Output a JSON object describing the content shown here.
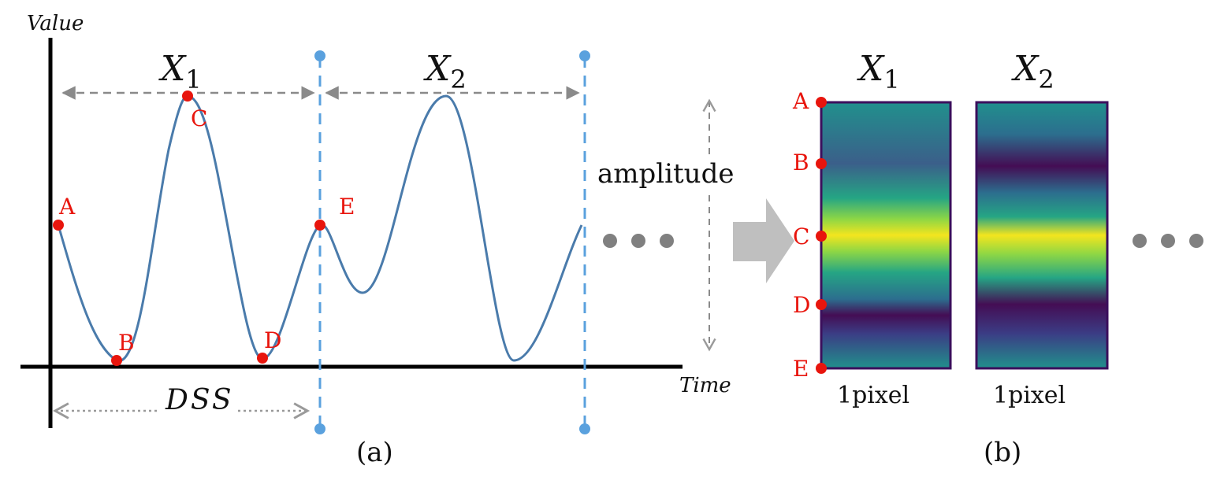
{
  "axes": {
    "y_label": "Value",
    "x_label": "Time"
  },
  "segments": [
    {
      "symbol": "X",
      "subscript": "1"
    },
    {
      "symbol": "X",
      "subscript": "2"
    }
  ],
  "points": [
    "A",
    "B",
    "C",
    "D",
    "E"
  ],
  "interval_label": "DSS",
  "amplitude_label": "amplitude",
  "panel_a_caption": "(a)",
  "panel_b_caption": "(b)",
  "columns": [
    {
      "symbol": "X",
      "subscript": "1",
      "width_label": "1pixel"
    },
    {
      "symbol": "X",
      "subscript": "2",
      "width_label": "1pixel"
    }
  ],
  "colors": {
    "signal": "#4a7bab",
    "points": "#e8150d",
    "boundary": "#5aa1de",
    "axis": "#000000",
    "arrow": "#8a8a8a",
    "column_border": "#3b0f5c",
    "colormap": "viridis"
  },
  "icons": {
    "continuation": "ellipsis-icon",
    "transform": "right-arrow-icon"
  }
}
